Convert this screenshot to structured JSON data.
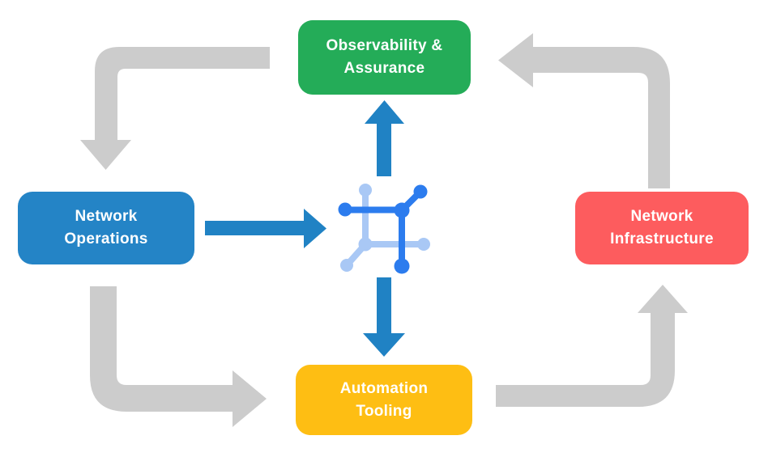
{
  "nodes": {
    "observability": {
      "line1": "Observability &",
      "line2": "Assurance",
      "color": "#24AC58"
    },
    "operations": {
      "line1": "Network",
      "line2": "Operations",
      "color": "#2484C6"
    },
    "infrastructure": {
      "line1": "Network",
      "line2": "Infrastructure",
      "color": "#FD5C5E"
    },
    "automation": {
      "line1": "Automation",
      "line2": "Tooling",
      "color": "#FEBE13"
    }
  },
  "edges": [
    {
      "from": "observability",
      "to": "operations",
      "style": "gray-elbow-arrow"
    },
    {
      "from": "operations",
      "to": "automation",
      "style": "gray-elbow-arrow"
    },
    {
      "from": "automation",
      "to": "infrastructure",
      "style": "gray-elbow-arrow"
    },
    {
      "from": "infrastructure",
      "to": "observability",
      "style": "gray-elbow-arrow"
    },
    {
      "from": "operations",
      "to": "center-icon",
      "style": "blue-arrow"
    },
    {
      "from": "center-icon",
      "to": "observability",
      "style": "blue-arrow"
    },
    {
      "from": "center-icon",
      "to": "automation",
      "style": "blue-arrow"
    }
  ],
  "icon": {
    "name": "network-nodes-icon"
  },
  "colors": {
    "background": "#FFFFFF",
    "text": "#FFFFFF",
    "arrow_gray": "#CCCCCC",
    "arrow_blue": "#2082C4",
    "icon_dark_blue": "#2C7CEE",
    "icon_light_blue": "#A9C8F5"
  }
}
